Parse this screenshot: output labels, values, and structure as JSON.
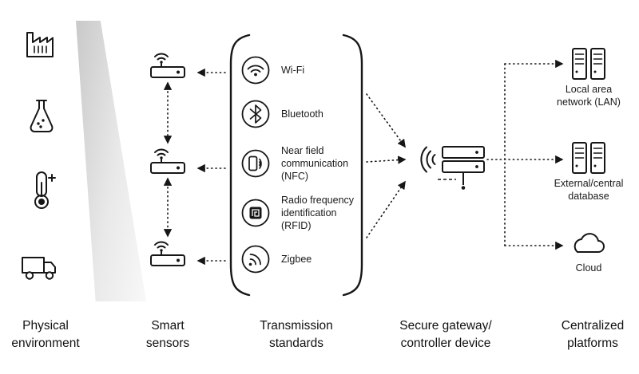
{
  "diagram": {
    "columns": [
      {
        "label": "Physical environment"
      },
      {
        "label": "Smart sensors"
      },
      {
        "label": "Transmission standards"
      },
      {
        "label": "Secure gateway/ controller device"
      },
      {
        "label": "Centralized platforms"
      }
    ],
    "transmission_items": [
      {
        "icon": "wifi-icon",
        "label": "Wi-Fi"
      },
      {
        "icon": "bluetooth-icon",
        "label": "Bluetooth"
      },
      {
        "icon": "nfc-icon",
        "label": "Near field communication (NFC)"
      },
      {
        "icon": "rfid-icon",
        "label": "Radio frequency identification (RFID)"
      },
      {
        "icon": "zigbee-icon",
        "label": "Zigbee"
      }
    ],
    "platform_items": [
      {
        "icon": "lan-icon",
        "label": "Local area network (LAN)"
      },
      {
        "icon": "database-icon",
        "label": "External/central database"
      },
      {
        "icon": "cloud-icon",
        "label": "Cloud"
      }
    ],
    "colors": {
      "stroke": "#161616",
      "text": "#1a1a1a",
      "band_gray": "#c9c9c9"
    }
  }
}
